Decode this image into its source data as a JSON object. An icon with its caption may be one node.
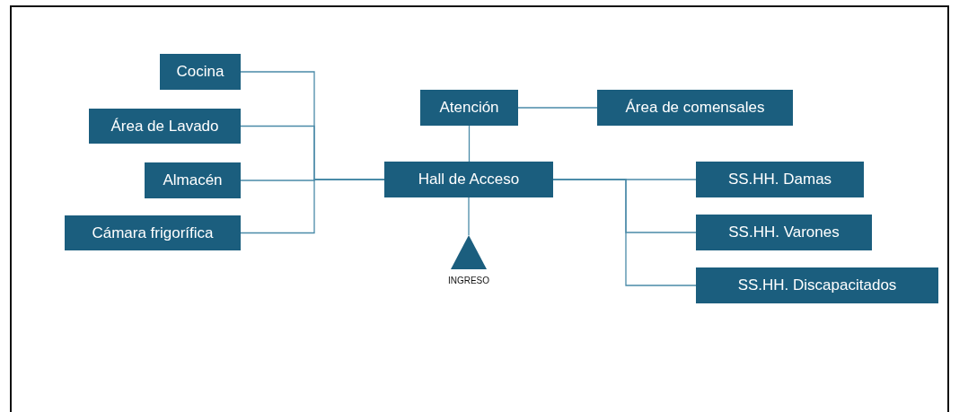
{
  "diagram": {
    "nodes": [
      {
        "text": [
          "Cocina"
        ]
      },
      {
        "text": [
          "Área de Lavado"
        ]
      },
      {
        "text": [
          "Almacén"
        ]
      },
      {
        "text": [
          "Cámara frigorífica"
        ]
      },
      {
        "text": [
          "Atención"
        ]
      },
      {
        "text": [
          "Área de comensales"
        ]
      },
      {
        "text": [
          "Hall de Acceso"
        ]
      },
      {
        "text": [],
        "shape": "triangle",
        "beside": [
          "INGRESO"
        ]
      },
      {
        "text": [
          "SS.HH. Damas"
        ]
      },
      {
        "text": [
          "SS.HH. Varones"
        ]
      },
      {
        "text": [
          "SS.HH. Discapacitados"
        ]
      }
    ],
    "edges": [
      {
        "from": 0,
        "to": 6,
        "arrow": "none"
      },
      {
        "from": 1,
        "to": 6,
        "arrow": "none"
      },
      {
        "from": 2,
        "to": 6,
        "arrow": "none"
      },
      {
        "from": 3,
        "to": 6,
        "arrow": "none"
      },
      {
        "from": 4,
        "to": 5,
        "arrow": "none"
      },
      {
        "from": 4,
        "to": 6,
        "arrow": "none"
      },
      {
        "from": 6,
        "to": 7,
        "arrow": "none"
      },
      {
        "from": 6,
        "to": 8,
        "arrow": "none"
      },
      {
        "from": 6,
        "to": 9,
        "arrow": "none"
      },
      {
        "from": 6,
        "to": 10,
        "arrow": "none"
      }
    ]
  }
}
